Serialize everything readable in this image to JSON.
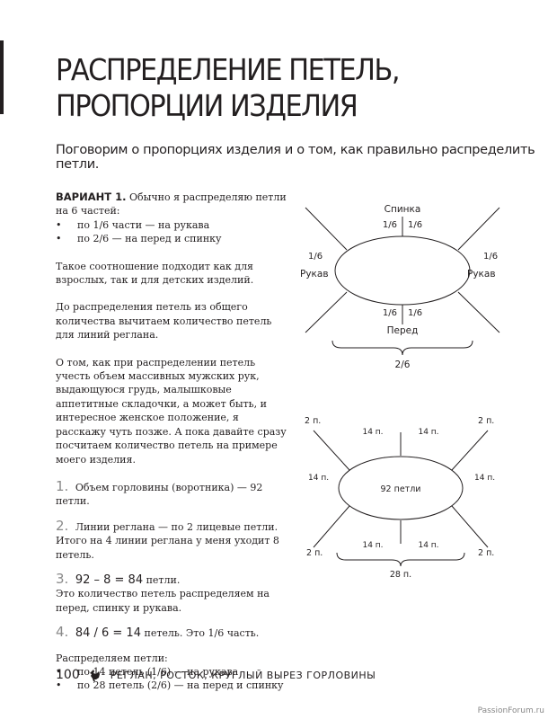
{
  "title": {
    "line1": "РАСПРЕДЕЛЕНИЕ ПЕТЕЛЬ,",
    "line2": "ПРОПОРЦИИ ИЗДЕЛИЯ"
  },
  "lead": "Поговорим о пропорциях изделия и о том, как правильно распределить петли.",
  "variant": {
    "heading": "ВАРИАНТ 1.",
    "intro": "Обычно я распределяю петли на 6 частей:",
    "bullets": [
      "по 1/6 части — на рукава",
      "по 2/6 — на перед и спинку"
    ]
  },
  "paragraphs": [
    "Такое соотношение подходит как для взрослых, так и для детских изделий.",
    "До распределения петель из общего количества вычитаем количество петель для линий реглана.",
    "О том, как при распределении петель учесть объем массивных мужских рук, выдающуюся грудь, малышковые аппетитные складочки, а может быть, и интересное женское положение, я расскажу чуть позже. А пока давайте сразу посчитаем количество петель на примере моего изделия."
  ],
  "steps": [
    {
      "num": "1.",
      "text": "Объем горловины (воротника) — 92 петли."
    },
    {
      "num": "2.",
      "text": "Линии реглана — по 2 лицевые петли. Итого на 4 линии реглана у меня уходит 8 петель."
    },
    {
      "num": "3.",
      "formula": "92 – 8 = 84",
      "rest": "петли.",
      "text": "Это количество петель распределяем на перед, спинку и рукава."
    },
    {
      "num": "4.",
      "formula": "84 / 6 = 14",
      "rest": "петель. Это 1/6 часть."
    }
  ],
  "distribute": {
    "heading": "Распределяем петли:",
    "bullets": [
      "по 14 петель (1/6) — на рукава",
      "по 28 петель (2/6) — на перед и спинку"
    ]
  },
  "diagram1": {
    "back": "Спинка",
    "front": "Перед",
    "sleeve_left": "Рукав",
    "sleeve_right": "Рукав",
    "sixth": "1/6",
    "total": "2/6"
  },
  "diagram2": {
    "center": "92 петли",
    "raglan": "2 п.",
    "part": "14 п.",
    "total": "28 п."
  },
  "footer": {
    "page": "100",
    "chapter": "РЕГЛАН, РОСТОК, КРУГЛЫЙ ВЫРЕЗ ГОРЛОВИНЫ"
  },
  "watermark": "PassionForum.ru"
}
